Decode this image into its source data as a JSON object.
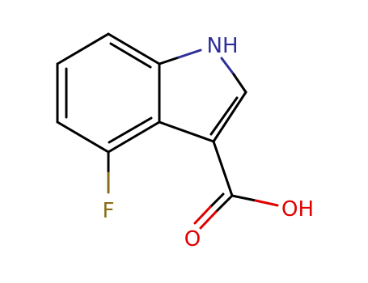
{
  "molecule": {
    "atom_labels": {
      "nh": "NH",
      "f": "F",
      "oh": "OH",
      "o": "O"
    },
    "colors": {
      "bond": "#000000",
      "nitrogen": "#2e2e9a",
      "fluorine": "#8a6d17",
      "oxygen": "#e00000"
    }
  }
}
